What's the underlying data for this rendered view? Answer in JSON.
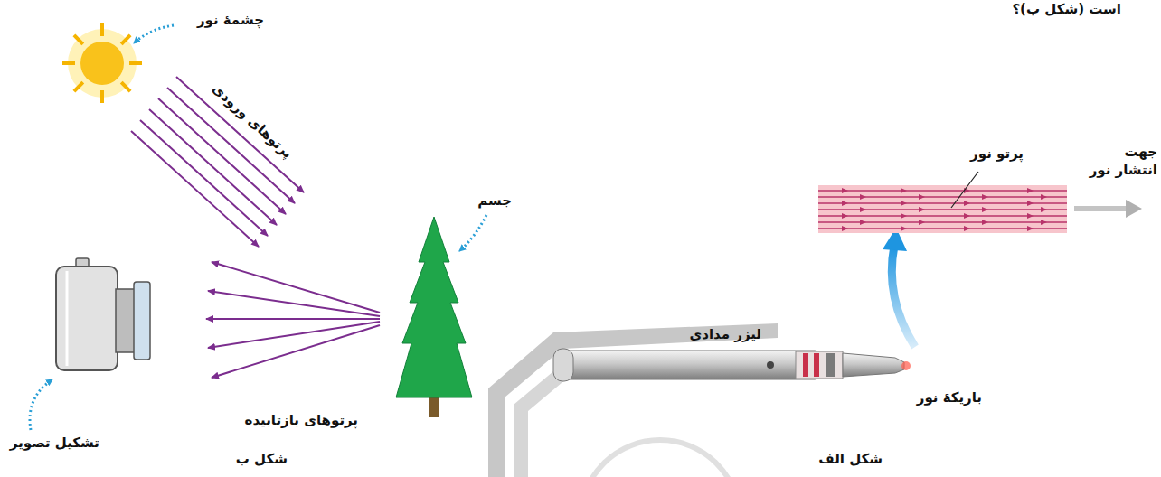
{
  "diagram": {
    "labels": [
      "است (شکل ب)؟",
      "چشمهٔ نور",
      "پرتوهای ورودی",
      "جسم",
      "تشکیل تصویر",
      "پرتوهای بازتابیده",
      "شکل ب",
      "لیزر مدادی",
      "باریکهٔ نور",
      "شکل الف",
      "پرتو نور",
      "جهت انتشار نور"
    ]
  }
}
